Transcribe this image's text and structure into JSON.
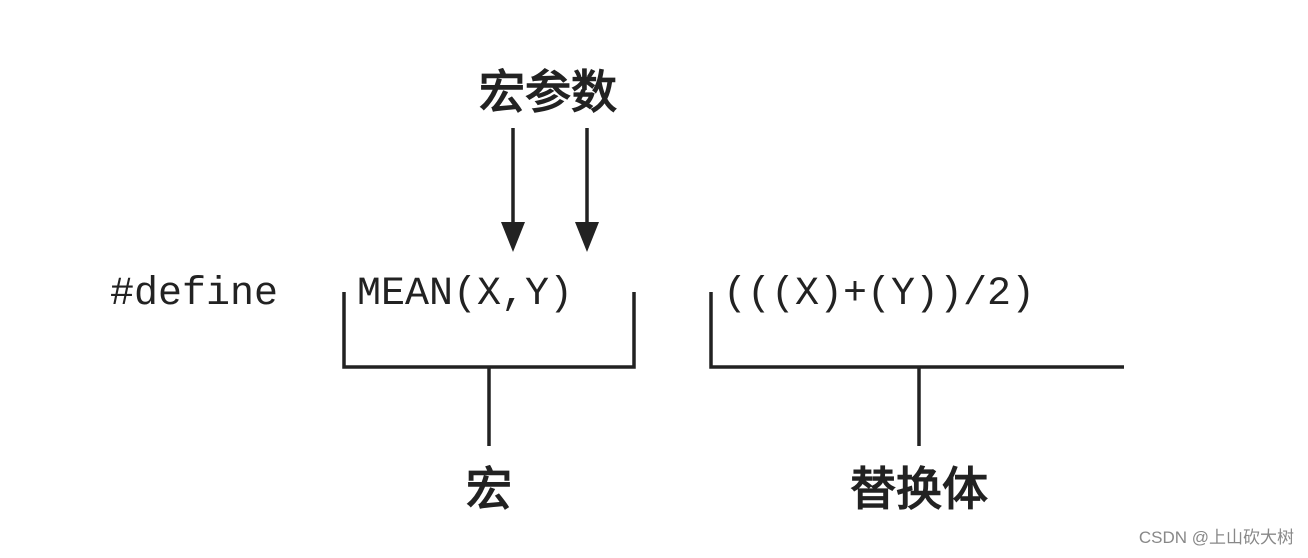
{
  "code": {
    "directive": "#define",
    "macro": "MEAN(X,Y)",
    "body": "(((X)+(Y))/2)"
  },
  "labels": {
    "macro_params": "宏参数",
    "macro": "宏",
    "replacement_body": "替换体"
  },
  "watermark": "CSDN @上山砍大树"
}
